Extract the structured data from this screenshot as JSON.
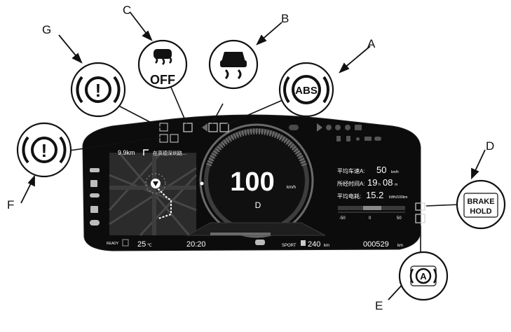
{
  "callouts": {
    "A": {
      "letter": "A",
      "icon": "abs-icon",
      "text": "ABS"
    },
    "B": {
      "letter": "B",
      "icon": "skid-car-icon"
    },
    "C": {
      "letter": "C",
      "icon": "skid-car-off-icon",
      "text": "OFF"
    },
    "D": {
      "letter": "D",
      "icon": "brake-hold-icon",
      "line1": "BRAKE",
      "line2": "HOLD"
    },
    "E": {
      "letter": "E",
      "icon": "auto-hold-icon",
      "text": "A"
    },
    "F": {
      "letter": "F",
      "icon": "brake-warning-icon",
      "text": "!"
    },
    "G": {
      "letter": "G",
      "icon": "brake-warning-icon",
      "text": "!"
    }
  },
  "cluster": {
    "speed": "100",
    "speed_unit": "km/h",
    "gear": "D",
    "nav": {
      "distance": "9.9km",
      "road": "在高德深圳路..."
    },
    "status": {
      "ready": "READY",
      "temperature": "25",
      "temperature_unit": "℃",
      "time": "20:20",
      "drive_mode": "SPORT",
      "range": "240",
      "range_unit": "km",
      "odometer": "000529",
      "odometer_unit": "km"
    },
    "trip": {
      "avg_speed_label": "平均车速A:",
      "avg_speed_value": "50",
      "avg_speed_unit": "km/h",
      "time_label": "所经时间A:",
      "time_hours": "19",
      "time_h_unit": "h",
      "time_minutes": "08",
      "time_m_unit": "m",
      "consumption_label": "平均电耗:",
      "consumption_value": "15.2",
      "consumption_unit": "kWh/100km"
    },
    "energy_scale": {
      "min": "-50",
      "mid": "0",
      "max": "50"
    }
  },
  "colors": {
    "cluster_bg": "#0c0c0c",
    "panel": "#2a2a2a",
    "text": "#ffffff",
    "outline": "#111111"
  }
}
